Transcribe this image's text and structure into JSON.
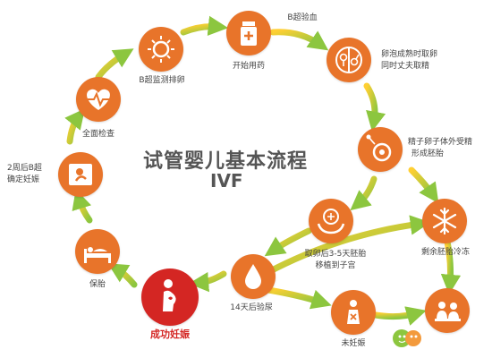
{
  "title": "试管婴儿基本流程",
  "subtitle": "IVF",
  "colors": {
    "node": "#e8742a",
    "success": "#d42623",
    "arrow_start": "#ffcf33",
    "arrow_end": "#8cc63f"
  },
  "steps": {
    "exam": {
      "label": "全面检查",
      "icon": "heart-pulse-icon"
    },
    "monitor": {
      "label": "B超监测排卵",
      "icon": "ovary-sun-icon"
    },
    "meds": {
      "label": "开始用药",
      "icon": "medicine-bottle-icon"
    },
    "bscan": {
      "label": "B超验血"
    },
    "retrieve": {
      "label_1": "卵泡成熟时取卵",
      "label_2": "同时丈夫取精",
      "icon": "male-female-icon"
    },
    "fertilize": {
      "label_1": "精子卵子体外受精",
      "label_2": "形成胚胎",
      "icon": "sperm-egg-icon"
    },
    "freeze": {
      "label": "剩余胚胎冷冻",
      "icon": "snowflake-icon"
    },
    "transfer": {
      "label_1": "取卵后3-5天胚胎",
      "label_2": "移植到子宫",
      "icon": "hands-embryo-icon"
    },
    "test": {
      "label": "14天后验尿",
      "icon": "drop-icon"
    },
    "notpregnant": {
      "label": "未妊娠",
      "icon": "person-cross-icon"
    },
    "consult": {
      "icon": "doctor-consult-icon"
    },
    "success": {
      "label": "成功妊娠",
      "icon": "pregnant-icon"
    },
    "keep": {
      "label": "保胎",
      "icon": "rest-bed-icon"
    },
    "confirm": {
      "label_1": "2周后B超",
      "label_2": "确定妊娠",
      "icon": "ultrasound-baby-icon"
    }
  }
}
